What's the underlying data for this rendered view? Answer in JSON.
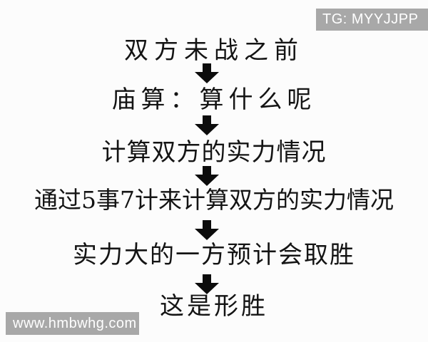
{
  "watermarks": {
    "top": "TG: MYYJJPP",
    "bottom": "www.hmbwhg.com"
  },
  "diagram": {
    "type": "vertical-flowchart",
    "steps": [
      "双方未战之前",
      "庙算：算什么呢",
      "计算双方的实力情况",
      "通过5事7计来计算双方的实力情况",
      "实力大的一方预计会取胜",
      "这是形胜"
    ],
    "connector": "solid-down-arrow"
  },
  "colors": {
    "background": "#fcfcfc",
    "text": "#141414",
    "arrow": "#0c0c0c",
    "watermark_bg": "#a8a8a8",
    "watermark_text": "#ffffff"
  }
}
